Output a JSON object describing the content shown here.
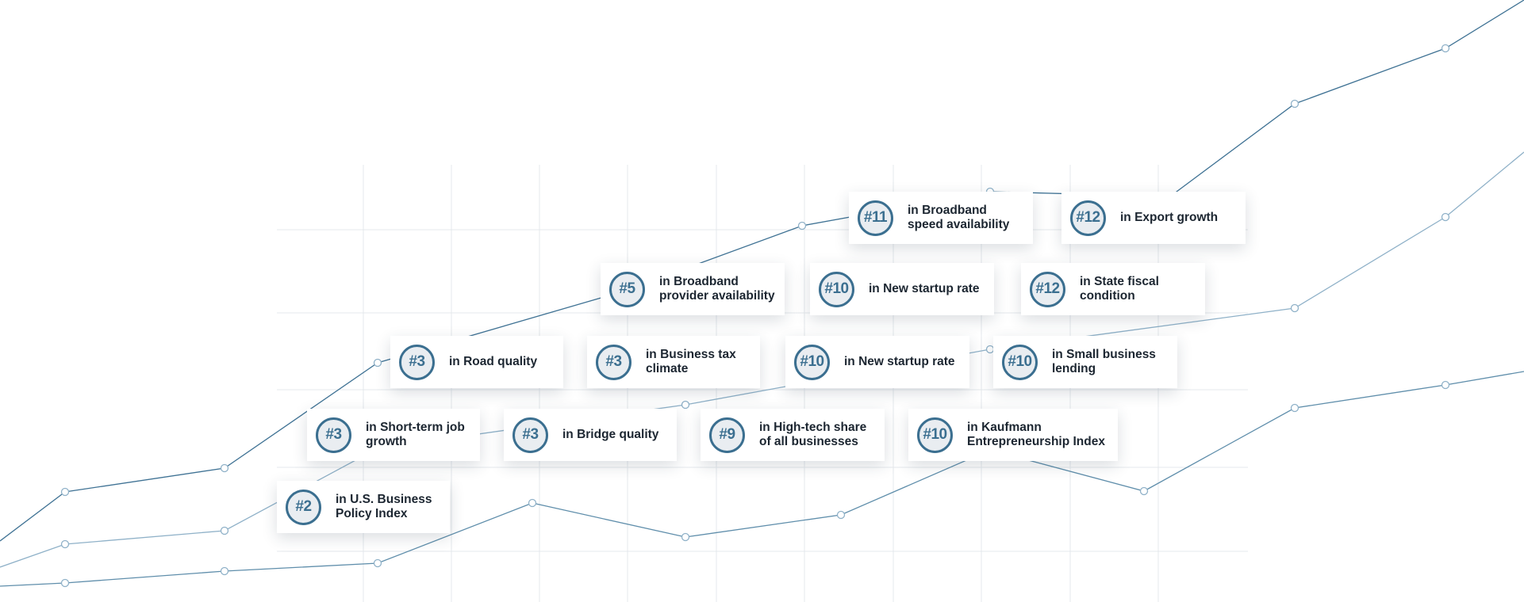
{
  "colors": {
    "accent": "#3b6f90",
    "badge_fill": "#e9edf1",
    "text": "#1c2631",
    "grid": "#e4e8ec",
    "line_dark": "#3f7294",
    "line_light": "#8fb1c8"
  },
  "rankings": [
    {
      "rank": "#2",
      "label": "in U.S. Business Policy Index"
    },
    {
      "rank": "#3",
      "label": "in Short-term job growth"
    },
    {
      "rank": "#3",
      "label": "in Bridge quality"
    },
    {
      "rank": "#9",
      "label": "in High-tech share of all businesses"
    },
    {
      "rank": "#10",
      "label": "in Kaufmann Entrepreneurship Index"
    },
    {
      "rank": "#3",
      "label": "in Road quality"
    },
    {
      "rank": "#3",
      "label": "in Business tax climate"
    },
    {
      "rank": "#10",
      "label": "in New startup rate"
    },
    {
      "rank": "#10",
      "label": "in Small business lending"
    },
    {
      "rank": "#5",
      "label": "in Broadband provider availability"
    },
    {
      "rank": "#10",
      "label": "in New startup rate"
    },
    {
      "rank": "#12",
      "label": "in State fiscal condition"
    },
    {
      "rank": "#11",
      "label": "in Broadband speed availability"
    },
    {
      "rank": "#12",
      "label": "in Export growth"
    }
  ]
}
